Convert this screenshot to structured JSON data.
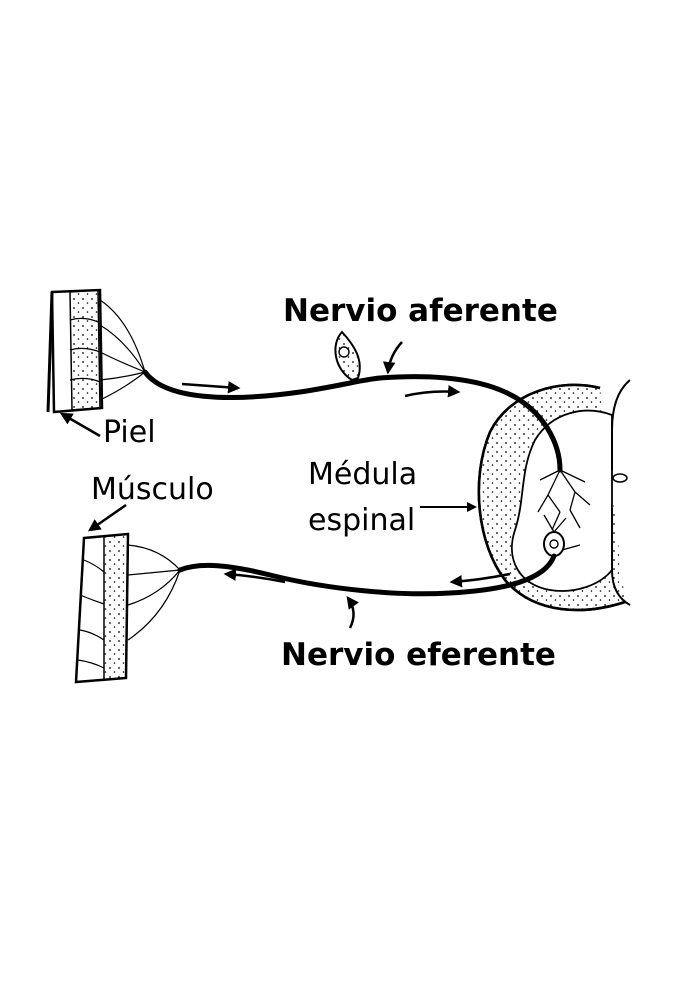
{
  "labels": {
    "afferent_nerve": "Nervio aferente",
    "skin": "Piel",
    "muscle": "Músculo",
    "spinal_cord_line1": "Médula",
    "spinal_cord_line2": "espinal",
    "efferent_nerve": "Nervio eferente"
  },
  "colors": {
    "ink": "#000000",
    "background": "#ffffff"
  }
}
